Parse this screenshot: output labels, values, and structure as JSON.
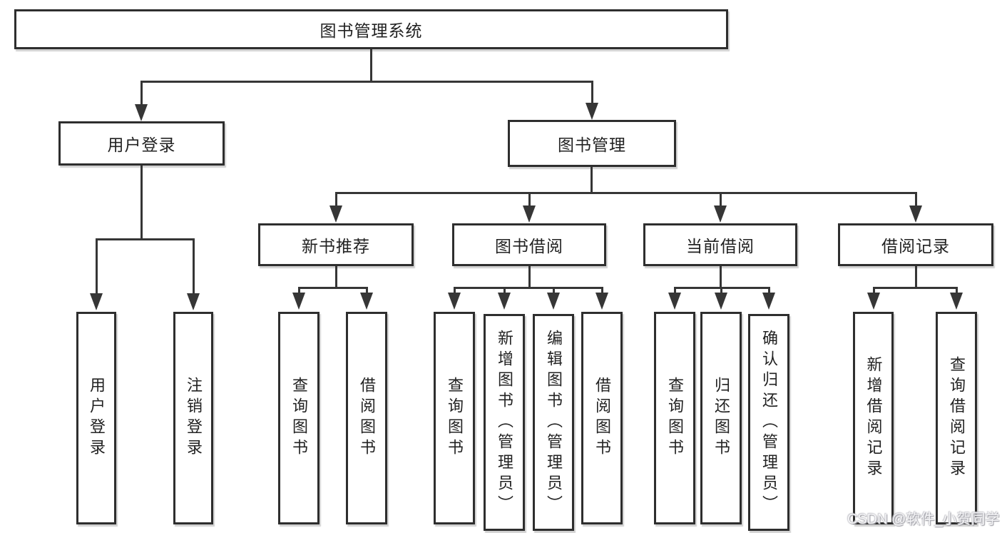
{
  "tree": {
    "root": {
      "label": "图书管理系统"
    },
    "branches": [
      {
        "label": "用户登录",
        "children": [
          {
            "label": "用户登录"
          },
          {
            "label": "注销登录"
          }
        ]
      },
      {
        "label": "图书管理",
        "children": [
          {
            "label": "新书推荐",
            "children": [
              {
                "label": "查询图书"
              },
              {
                "label": "借阅图书"
              }
            ]
          },
          {
            "label": "图书借阅",
            "children": [
              {
                "label": "查询图书"
              },
              {
                "label": "新增图书（管理员）"
              },
              {
                "label": "编辑图书（管理员）"
              },
              {
                "label": "借阅图书"
              }
            ]
          },
          {
            "label": "当前借阅",
            "children": [
              {
                "label": "查询图书"
              },
              {
                "label": "归还图书"
              },
              {
                "label": "确认归还（管理员）"
              }
            ]
          },
          {
            "label": "借阅记录",
            "children": [
              {
                "label": "新增借阅记录"
              },
              {
                "label": "查询借阅记录"
              }
            ]
          }
        ]
      }
    ]
  },
  "watermark": {
    "text": "CSDN @软件_小贺同学"
  },
  "colors": {
    "line": "#363636",
    "box_border": "#2e2e2e",
    "text": "#222222",
    "background": "#ffffff",
    "watermark_text": "#f4f4f6"
  }
}
